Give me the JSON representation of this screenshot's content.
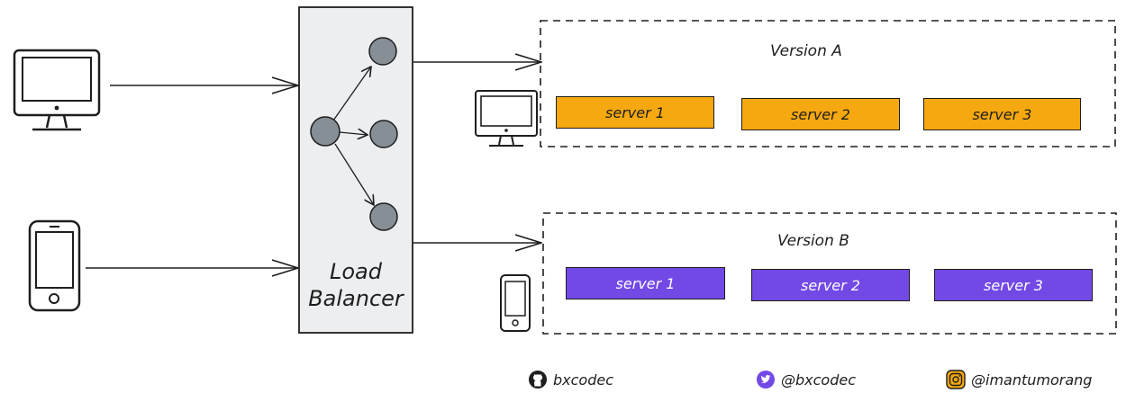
{
  "load_balancer": {
    "line1": "Load",
    "line2": "Balancer"
  },
  "version_a": {
    "title": "Version A",
    "servers": [
      "server 1",
      "server 2",
      "server 3"
    ],
    "color": "#f5a80f"
  },
  "version_b": {
    "title": "Version B",
    "servers": [
      "server 1",
      "server 2",
      "server 3"
    ],
    "color": "#7349e6"
  },
  "clients": [
    {
      "icon": "desktop-monitor-icon"
    },
    {
      "icon": "smartphone-icon"
    }
  ],
  "footer": {
    "github": {
      "icon": "github-icon",
      "handle": "bxcodec"
    },
    "twitter": {
      "icon": "twitter-icon",
      "handle": "@bxcodec"
    },
    "instagram": {
      "icon": "instagram-icon",
      "handle": "@imantumorang"
    }
  },
  "colors": {
    "stroke": "#1e1e1e",
    "lb_fill": "#eceef0",
    "node_fill": "#868e96",
    "server_a": "#f5a80f",
    "server_b": "#7349e6"
  }
}
